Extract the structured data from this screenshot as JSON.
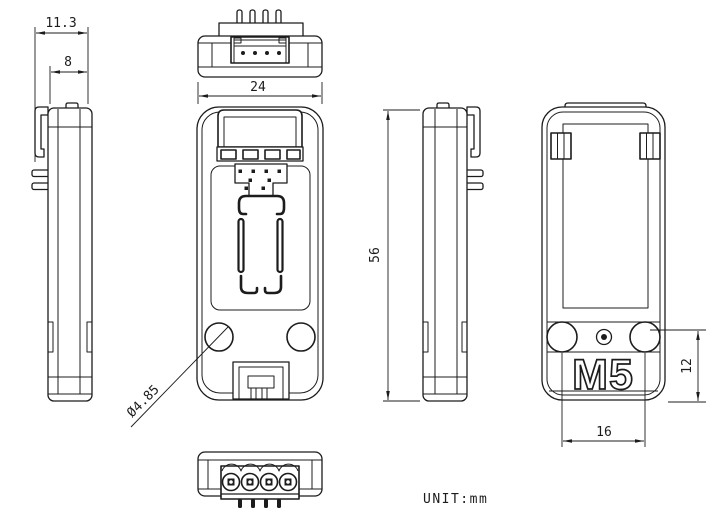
{
  "drawing": {
    "unit_label": "UNIT:mm",
    "logo": "M5",
    "dimensions": {
      "overall_depth": "11.3",
      "body_depth": "8",
      "width": "24",
      "height": "56",
      "hole_offset_bottom": "12",
      "hole_spacing": "16",
      "hole_diameter": "Ø4.85"
    },
    "line_color": "#1c1c1c",
    "background_color": "#ffffff"
  }
}
